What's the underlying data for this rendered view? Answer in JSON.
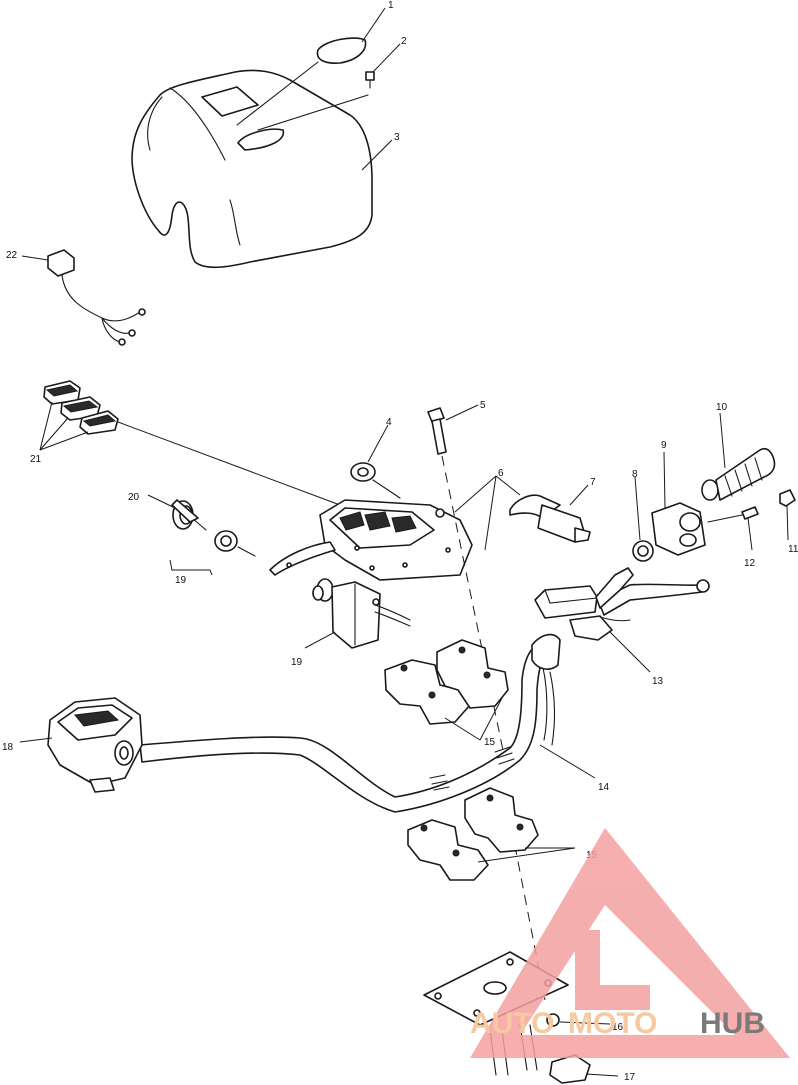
{
  "callouts": {
    "c1": "1",
    "c2": "2",
    "c3": "3",
    "c4": "4",
    "c5": "5",
    "c6": "6",
    "c7": "7",
    "c8": "8",
    "c9": "9",
    "c10": "10",
    "c11": "11",
    "c12": "12",
    "c13": "13",
    "c14": "14",
    "c15a": "15",
    "c15b": "15",
    "c16": "16",
    "c17": "17",
    "c18": "18",
    "c19a": "19",
    "c19b": "19",
    "c20": "20",
    "c21": "21",
    "c22": "22"
  },
  "watermark": {
    "text_auto": "AUTO",
    "text_moto": "MOTO",
    "text_hub": "HUB",
    "color_logo": "#f4a0a0",
    "color_auto": "#f7c9a0",
    "color_hub": "#7a7a7a"
  }
}
